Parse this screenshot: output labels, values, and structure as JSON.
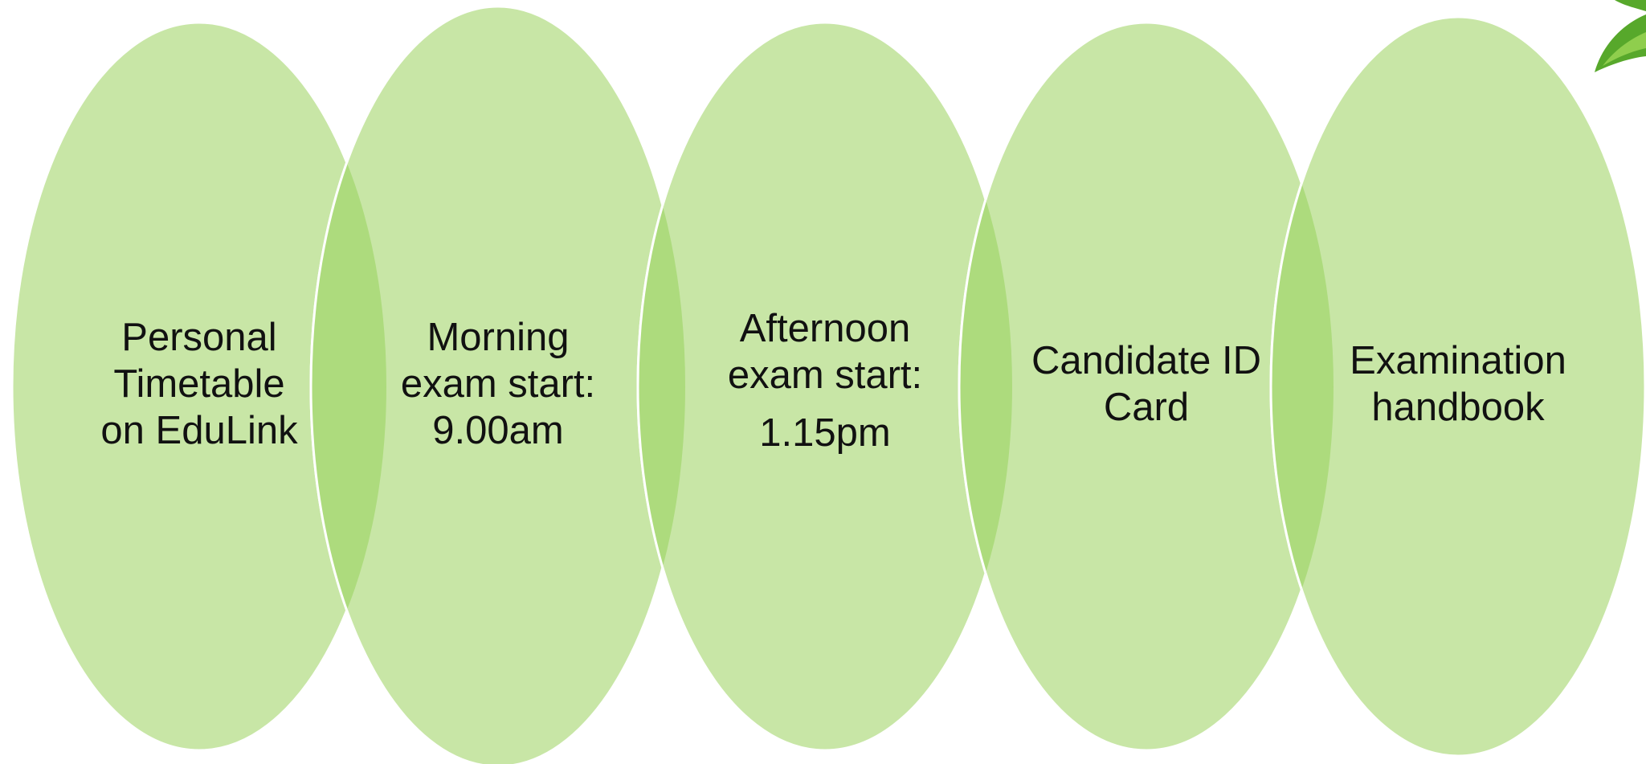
{
  "colors": {
    "ellipse_fill": "#c8e6a6",
    "overlap_fill": "#addb7d",
    "stroke": "#ffffff",
    "leaf_dark": "#57a82b",
    "leaf_light": "#8fce4d",
    "text": "#111111"
  },
  "corner_icon": "leaf-icon",
  "items": [
    {
      "lines": [
        "Personal",
        "Timetable",
        "on EduLink"
      ]
    },
    {
      "lines": [
        "Morning",
        "exam start:",
        "9.00am"
      ]
    },
    {
      "lines": [
        "Afternoon",
        "exam start:",
        "",
        "1.15pm"
      ]
    },
    {
      "lines": [
        "Candidate ID",
        "Card"
      ]
    },
    {
      "lines": [
        "Examination",
        "handbook"
      ]
    }
  ]
}
